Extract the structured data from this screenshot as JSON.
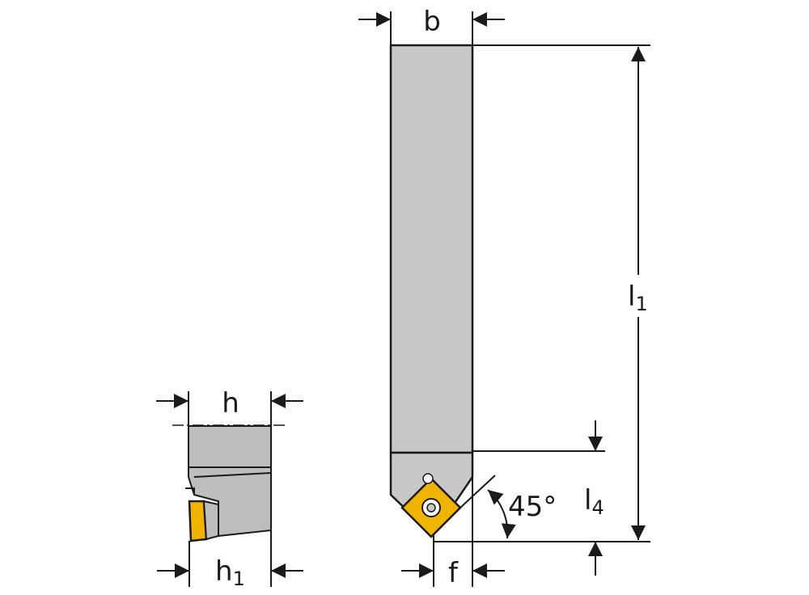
{
  "labels": {
    "b": "b",
    "l": "l",
    "l1_sub": "1",
    "l4_sub": "4",
    "angle": "45°",
    "f": "f",
    "h": "h",
    "h1_sub": "1"
  },
  "colors": {
    "body": "#c8c8c8",
    "insert": "#f0b400",
    "line": "#1a1a1a",
    "background": "#ffffff"
  }
}
